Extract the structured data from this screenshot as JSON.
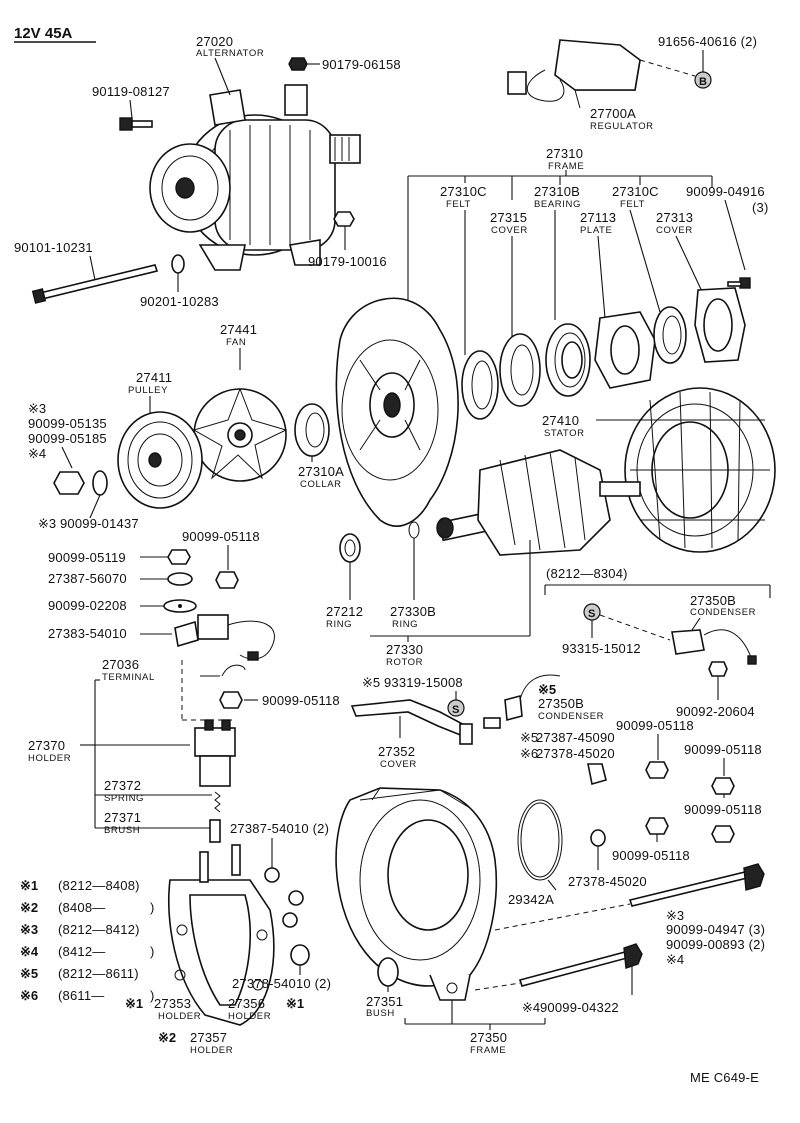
{
  "header": {
    "spec": "12V 45A"
  },
  "footer": {
    "code": "ME  C649-E"
  },
  "parts": {
    "alternator": {
      "number": "27020",
      "name": "ALTERNATOR"
    },
    "nut_top": {
      "number": "90179-06158"
    },
    "bolt_top": {
      "number": "90119-08127"
    },
    "regulator_screw": {
      "number": "91656-40616 (2)"
    },
    "regulator": {
      "number": "27700A",
      "name": "REGULATOR"
    },
    "long_bolt": {
      "number": "90101-10231"
    },
    "washer_a": {
      "number": "90201-10283"
    },
    "nut_b": {
      "number": "90179-10016"
    },
    "frame_front": {
      "number": "27310",
      "name": "FRAME"
    },
    "felt_1": {
      "number": "27310C",
      "name": "FELT"
    },
    "bearing": {
      "number": "27310B",
      "name": "BEARING"
    },
    "felt_2": {
      "number": "27310C",
      "name": "FELT"
    },
    "screw_3": {
      "number": "90099-04916",
      "qty": "(3)"
    },
    "cover_1": {
      "number": "27315",
      "name": "COVER"
    },
    "plate": {
      "number": "27113",
      "name": "PLATE"
    },
    "cover_2": {
      "number": "27313",
      "name": "COVER"
    },
    "fan": {
      "number": "27441",
      "name": "FAN"
    },
    "pulley": {
      "number": "27411",
      "name": "PULLEY"
    },
    "pulley_nut": {
      "mark1": "※3",
      "number1": "90099-05135",
      "number2": "90099-05185",
      "mark2": "※4"
    },
    "pulley_washer": {
      "mark": "※3",
      "number": "90099-01437"
    },
    "collar": {
      "number": "27310A",
      "name": "COLLAR"
    },
    "stator": {
      "number": "27410",
      "name": "STATOR"
    },
    "nut_05119": {
      "number": "90099-05119"
    },
    "ins_56070": {
      "number": "27387-56070"
    },
    "washer_02208": {
      "number": "90099-02208"
    },
    "terminal_54010": {
      "number": "27383-54010"
    },
    "nut_05118_a": {
      "number": "90099-05118"
    },
    "ring_1": {
      "number": "27212",
      "name": "RING"
    },
    "ring_2": {
      "number": "27330B",
      "name": "RING"
    },
    "rotor": {
      "number": "27330",
      "name": "ROTOR"
    },
    "range_a": {
      "text": "(8212—8304)"
    },
    "condenser_a": {
      "number": "27350B",
      "name": "CONDENSER"
    },
    "screw_15012": {
      "number": "93315-15012"
    },
    "nut_20604": {
      "number": "90092-20604"
    },
    "terminal": {
      "number": "27036",
      "name": "TERMINAL"
    },
    "nut_05118_b": {
      "number": "90099-05118"
    },
    "screw_15008": {
      "mark": "※5",
      "number": "93319-15008"
    },
    "condenser_b": {
      "mark": "※5",
      "number": "27350B",
      "name": "CONDENSER"
    },
    "ins_45090": {
      "mark": "※5",
      "number": "27387-45090"
    },
    "ins_45020_a": {
      "mark": "※6",
      "number": "27378-45020"
    },
    "holder": {
      "number": "27370",
      "name": "HOLDER"
    },
    "cover_27352": {
      "number": "27352",
      "name": "COVER"
    },
    "nut_05118_c": {
      "number": "90099-05118"
    },
    "nut_05118_d": {
      "number": "90099-05118"
    },
    "nut_05118_e": {
      "number": "90099-05118"
    },
    "nut_05118_f": {
      "number": "90099-05118"
    },
    "spring": {
      "number": "27372",
      "name": "SPRING"
    },
    "brush": {
      "number": "27371",
      "name": "BRUSH"
    },
    "ins_54010_2": {
      "number": "27387-54010 (2)"
    },
    "oring": {
      "number": "29342A"
    },
    "ins_45020_b": {
      "number": "27378-45020"
    },
    "through_bolt": {
      "mark1": "※3",
      "number1": "90099-04947 (3)",
      "number2": "90099-00893 (2)",
      "mark2": "※4"
    },
    "ins_54010_b": {
      "number": "27378-54010 (2)"
    },
    "bush": {
      "number": "27351",
      "name": "BUSH"
    },
    "bolt_04322": {
      "mark": "※4",
      "number": "90099-04322"
    },
    "holder_27353": {
      "mark": "※1",
      "number": "27353",
      "name": "HOLDER"
    },
    "holder_27356": {
      "number": "27356",
      "name": "HOLDER",
      "mark": "※1"
    },
    "holder_27357": {
      "mark": "※2",
      "number": "27357",
      "name": "HOLDER"
    },
    "frame_rear": {
      "number": "27350",
      "name": "FRAME"
    }
  },
  "legend": [
    {
      "mark": "※1",
      "range": "(8212—8408)"
    },
    {
      "mark": "※2",
      "range": "(8408—"
    },
    {
      "mark": "※3",
      "range": "(8212—8412)"
    },
    {
      "mark": "※4",
      "range": "(8412—"
    },
    {
      "mark": "※5",
      "range": "(8212—8611)"
    },
    {
      "mark": "※6",
      "range": "(8611—"
    }
  ],
  "legend_close": ")",
  "symbols": {
    "b_bolt": "B",
    "s_screw": "S"
  }
}
